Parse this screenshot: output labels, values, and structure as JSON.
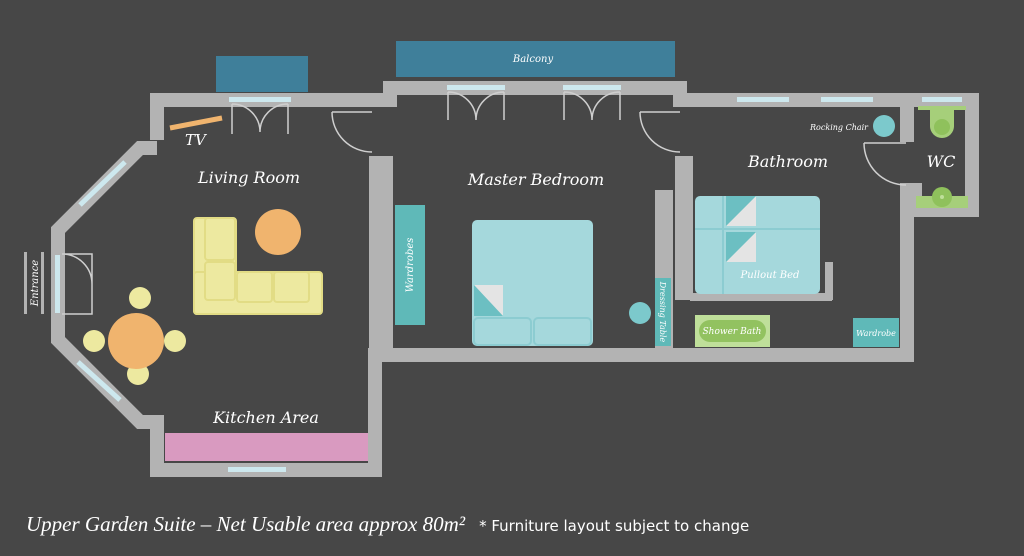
{
  "rooms": {
    "living": "Living Room",
    "master": "Master Bedroom",
    "bathroom": "Bathroom",
    "wc": "WC",
    "kitchen": "Kitchen Area",
    "balcony": "Balcony",
    "entrance": "Entrance"
  },
  "furniture": {
    "tv": "TV",
    "wardrobes": "Wardrobes",
    "dressing_table": "Dressing Table",
    "rocking_chair": "Rocking Chair",
    "pullout_bed": "Pullout Bed",
    "shower_bath": "Shower Bath",
    "wardrobe": "Wardrobe"
  },
  "footer": {
    "title": "Upper Garden Suite – Net Usable area approx 80m²",
    "note": "* Furniture layout subject to change"
  },
  "colors": {
    "background": "#474747",
    "wall": "#b3b3b3",
    "window": "#cde8ee",
    "balcony": "#3f7f9a",
    "bed": "#a5d8dc",
    "wardrobe": "#5fb9b8",
    "sofa": "#ede9a0",
    "table": "#f0b46e",
    "kitchen": "#d99ac0",
    "shower": "#a6cf7a"
  }
}
